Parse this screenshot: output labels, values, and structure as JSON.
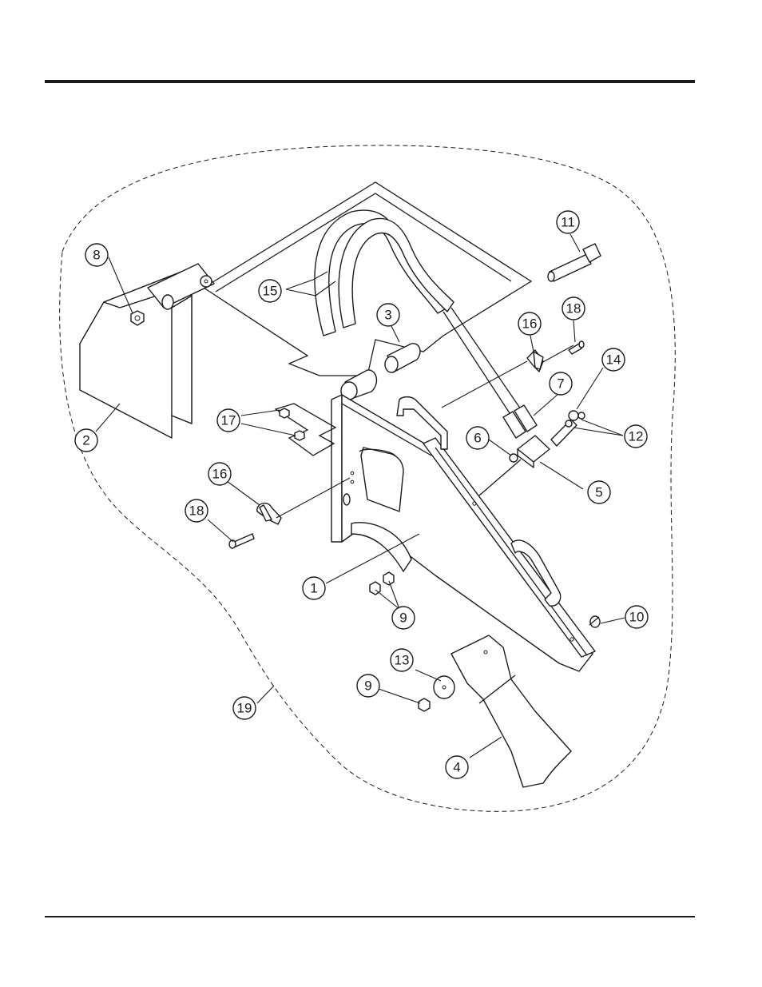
{
  "callouts": [
    {
      "label": "1"
    },
    {
      "label": "2"
    },
    {
      "label": "3"
    },
    {
      "label": "4"
    },
    {
      "label": "5"
    },
    {
      "label": "6"
    },
    {
      "label": "7"
    },
    {
      "label": "8"
    },
    {
      "label": "9"
    },
    {
      "label": "9"
    },
    {
      "label": "10"
    },
    {
      "label": "11"
    },
    {
      "label": "12"
    },
    {
      "label": "13"
    },
    {
      "label": "14"
    },
    {
      "label": "15"
    },
    {
      "label": "16"
    },
    {
      "label": "16"
    },
    {
      "label": "17"
    },
    {
      "label": "18"
    },
    {
      "label": "18"
    },
    {
      "label": "19"
    }
  ]
}
